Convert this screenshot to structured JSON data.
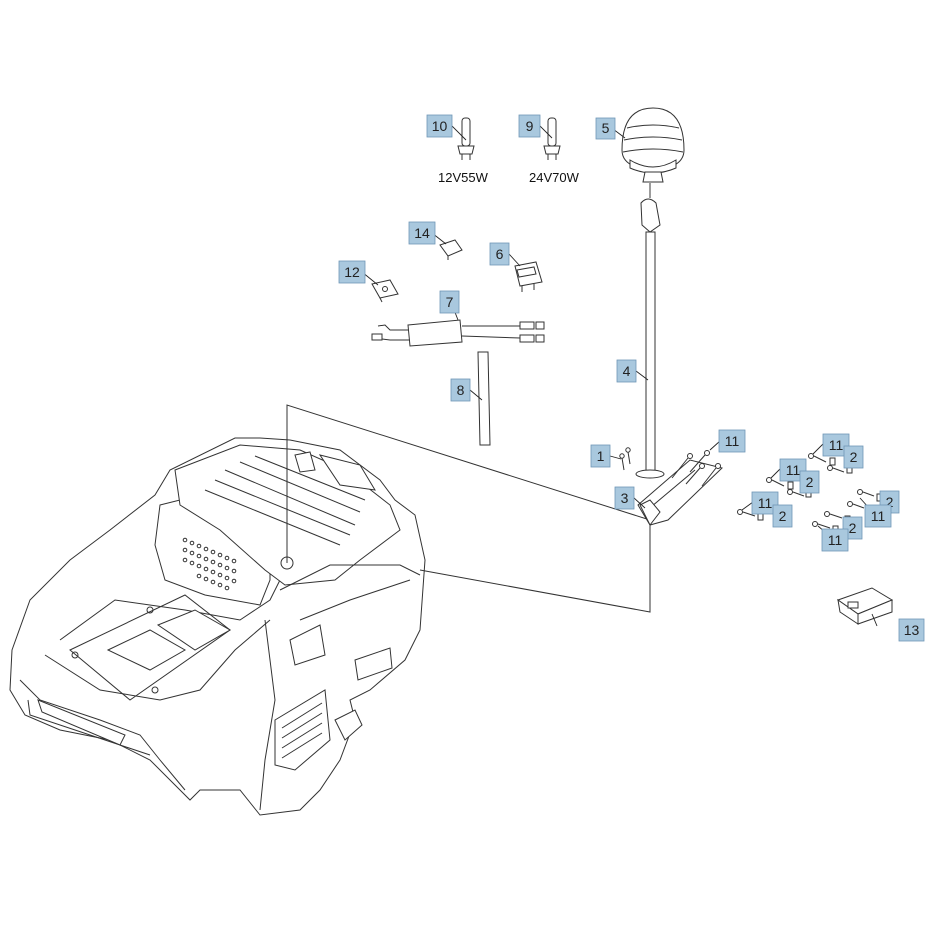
{
  "callouts": [
    {
      "id": "c10",
      "num": "10"
    },
    {
      "id": "c9",
      "num": "9"
    },
    {
      "id": "c5",
      "num": "5"
    },
    {
      "id": "c14",
      "num": "14"
    },
    {
      "id": "c6",
      "num": "6"
    },
    {
      "id": "c12",
      "num": "12"
    },
    {
      "id": "c7",
      "num": "7"
    },
    {
      "id": "c4",
      "num": "4"
    },
    {
      "id": "c8",
      "num": "8"
    },
    {
      "id": "c1",
      "num": "1"
    },
    {
      "id": "c3",
      "num": "3"
    },
    {
      "id": "c11a",
      "num": "11"
    },
    {
      "id": "c11b",
      "num": "11"
    },
    {
      "id": "c2b",
      "num": "2"
    },
    {
      "id": "c11c",
      "num": "11"
    },
    {
      "id": "c2c",
      "num": "2"
    },
    {
      "id": "c11d",
      "num": "11"
    },
    {
      "id": "c2d",
      "num": "2"
    },
    {
      "id": "c2e",
      "num": "2"
    },
    {
      "id": "c11e",
      "num": "11"
    },
    {
      "id": "c2f",
      "num": "2"
    },
    {
      "id": "c11f",
      "num": "11"
    },
    {
      "id": "c13",
      "num": "13"
    }
  ],
  "bulb_labels": {
    "b12": "12V55W",
    "b24": "24V70W"
  }
}
